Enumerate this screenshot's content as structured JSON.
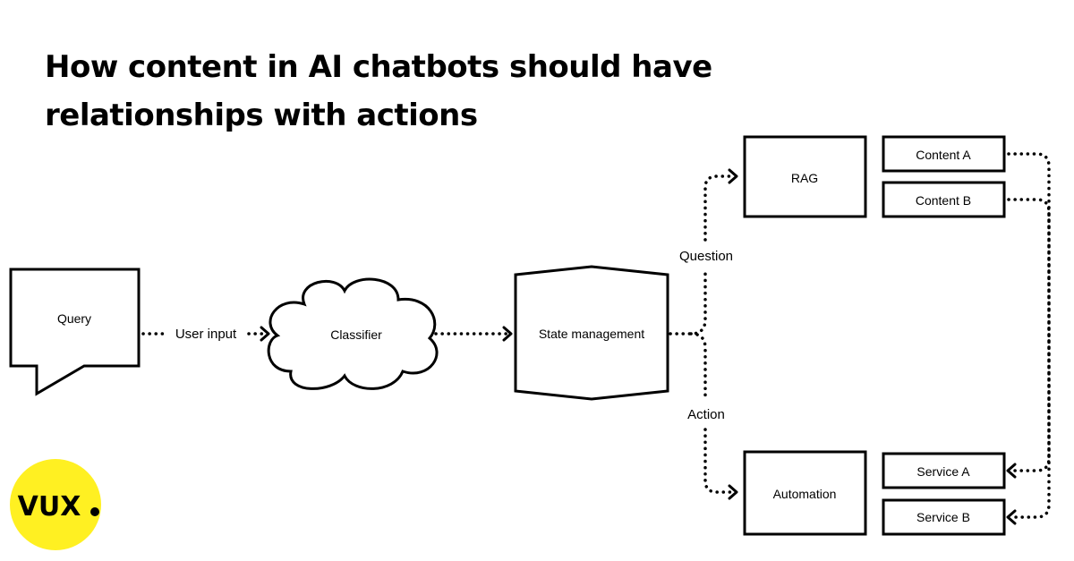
{
  "title": {
    "line1": "How content in AI chatbots should have",
    "line2": "relationships with actions"
  },
  "nodes": {
    "query": "Query",
    "classifier": "Classifier",
    "state_management": "State management",
    "rag": "RAG",
    "automation": "Automation",
    "content_a": "Content A",
    "content_b": "Content B",
    "service_a": "Service A",
    "service_b": "Service B"
  },
  "edges": {
    "user_input": "User input",
    "question": "Question",
    "action": "Action"
  },
  "logo": {
    "text": "VUX",
    "color": "#FFF022"
  },
  "colors": {
    "stroke": "#000000",
    "background": "#FFFFFF"
  }
}
